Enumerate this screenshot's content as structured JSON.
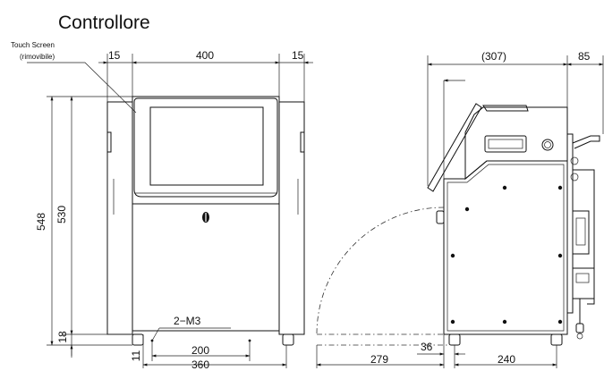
{
  "title": "Controllore",
  "callout": {
    "line1": "Touch Screen",
    "line2": "(rimovibile)"
  },
  "front": {
    "dim_side_left": "15",
    "dim_width": "400",
    "dim_side_right": "15",
    "dim_total_height": "548",
    "dim_body_height": "530",
    "dim_foot_height": "18",
    "dim_foot_offset": "11",
    "dim_hole_pitch": "200",
    "dim_total_width": "360",
    "hole_label": "2−M3"
  },
  "side": {
    "dim_depth": "(307)",
    "dim_rear": "85",
    "dim_door_swing": "279",
    "dim_foot_offset": "36",
    "dim_foot_pitch": "240"
  }
}
